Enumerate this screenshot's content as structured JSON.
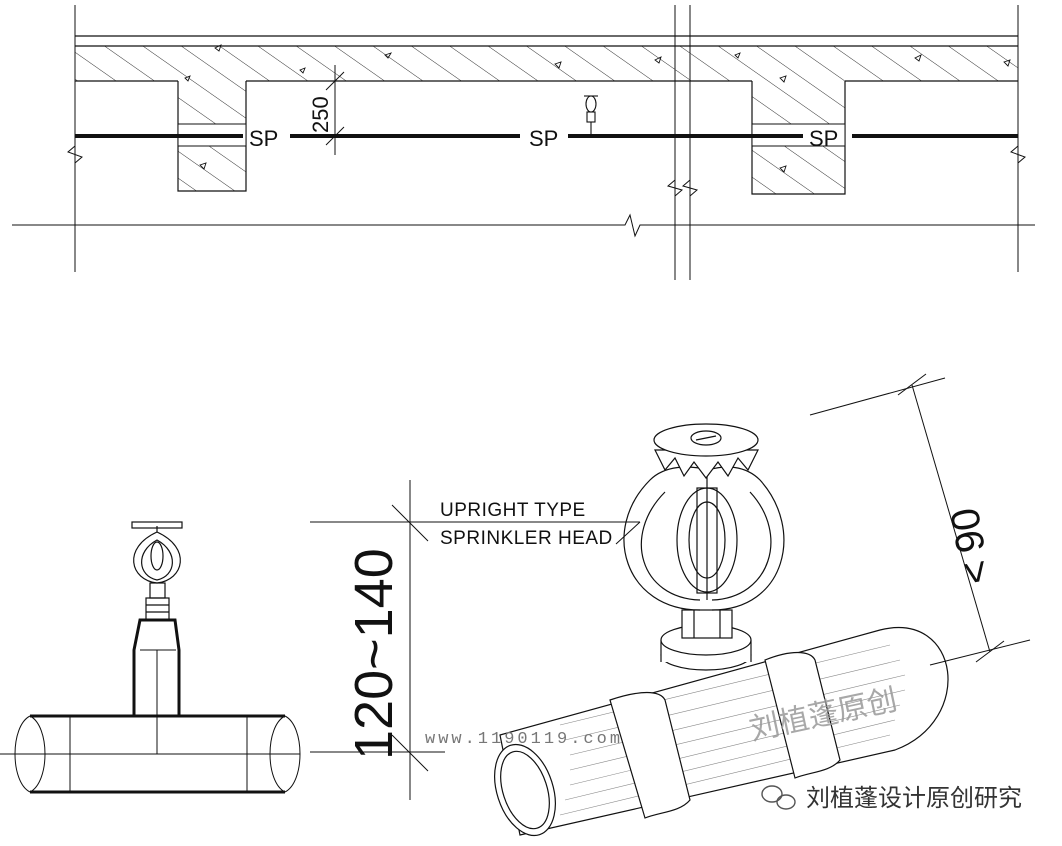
{
  "labels": {
    "sp_1": "SP",
    "sp_2": "SP",
    "sp_3": "SP",
    "dim_250": "250",
    "dim_height": "120~140",
    "dim_90": "90",
    "callout_line1": "UPRIGHT TYPE",
    "callout_line2": "SPRINKLER HEAD"
  },
  "watermarks": {
    "site": "www.1190119.com",
    "author": "刘植蓬原创",
    "account": "刘植蓬设计原创研究"
  },
  "icons": {
    "wechat": "wechat-icon"
  },
  "colors": {
    "line": "#111111",
    "hatch": "#333333",
    "watermark": "#9a9a9a"
  }
}
